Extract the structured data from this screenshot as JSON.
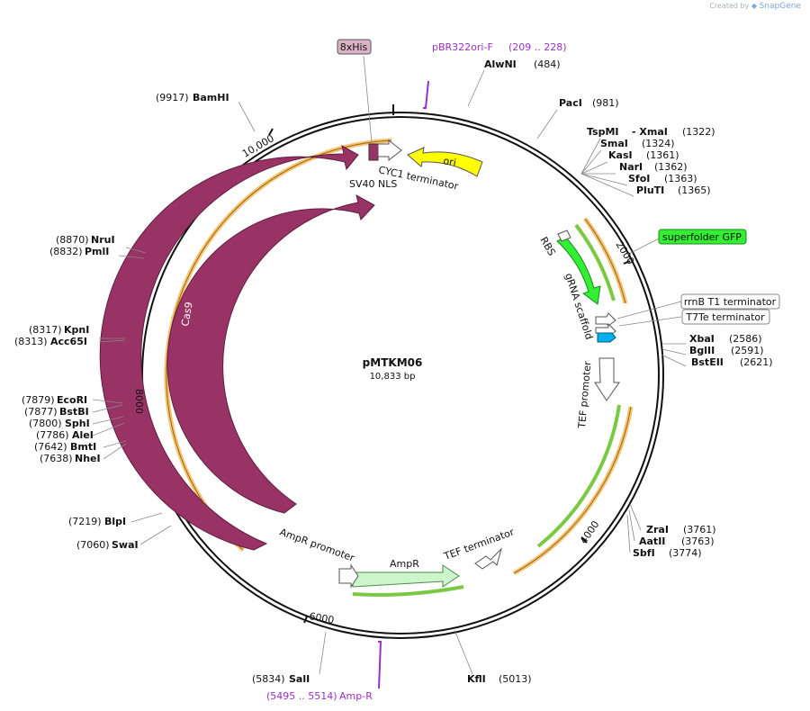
{
  "credit": {
    "prefix": "Created by",
    "brand": "SnapGene"
  },
  "plasmid": {
    "name": "pMTKM06",
    "length": "10,833 bp"
  },
  "ticks": [
    "2000",
    "4000",
    "6000",
    "8000",
    "10,000"
  ],
  "sites_right": [
    {
      "name": "AlwNI",
      "pos": "(484)"
    },
    {
      "name": "PacI",
      "pos": "(981)"
    },
    {
      "name": "TspMI",
      "extra": "- XmaI",
      "pos": "(1322)"
    },
    {
      "name": "SmaI",
      "pos": "(1324)"
    },
    {
      "name": "KasI",
      "pos": "(1361)"
    },
    {
      "name": "NarI",
      "pos": "(1362)"
    },
    {
      "name": "SfoI",
      "pos": "(1363)"
    },
    {
      "name": "PluTI",
      "pos": "(1365)"
    },
    {
      "name": "XbaI",
      "pos": "(2586)"
    },
    {
      "name": "BglII",
      "pos": "(2591)"
    },
    {
      "name": "BstEII",
      "pos": "(2621)"
    },
    {
      "name": "ZraI",
      "pos": "(3761)"
    },
    {
      "name": "AatII",
      "pos": "(3763)"
    },
    {
      "name": "SbfI",
      "pos": "(3774)"
    },
    {
      "name": "KflI",
      "pos": "(5013)"
    }
  ],
  "sites_left": [
    {
      "name": "BamHI",
      "pos": "(9917)"
    },
    {
      "name": "NruI",
      "pos": "(8870)"
    },
    {
      "name": "PmlI",
      "pos": "(8832)"
    },
    {
      "name": "KpnI",
      "pos": "(8317)"
    },
    {
      "name": "Acc65I",
      "pos": "(8313)"
    },
    {
      "name": "EcoRI",
      "pos": "(7879)"
    },
    {
      "name": "BstBI",
      "pos": "(7877)"
    },
    {
      "name": "SphI",
      "pos": "(7800)"
    },
    {
      "name": "AleI",
      "pos": "(7786)"
    },
    {
      "name": "BmtI",
      "pos": "(7642)"
    },
    {
      "name": "NheI",
      "pos": "(7638)"
    },
    {
      "name": "BlpI",
      "pos": "(7219)"
    },
    {
      "name": "SwaI",
      "pos": "(7060)"
    },
    {
      "name": "SalI",
      "pos": "(5834)"
    }
  ],
  "primers": [
    {
      "name": "pBR322ori-F",
      "range": "(209 .. 228)"
    },
    {
      "name": "Amp-R",
      "range": "(5495 .. 5514)"
    }
  ],
  "boxed_features": [
    {
      "label": "8xHis",
      "color": "#dcb3c6"
    },
    {
      "label": "superfolder GFP",
      "color": "#33ee33"
    },
    {
      "label": "rrnB T1 terminator",
      "color": "#ffffff"
    },
    {
      "label": "T7Te terminator",
      "color": "#ffffff"
    }
  ],
  "feature_labels": {
    "ori": "ori",
    "cyc1": "CYC1 terminator",
    "sv40": "SV40 NLS",
    "rbs": "RBS",
    "grna": "gRNA scaffold",
    "tef_promoter": "TEF promoter",
    "tef_terminator": "TEF terminator",
    "ampr": "AmpR",
    "ampr_promoter": "AmpR promoter",
    "cas9_outer": "Cas9",
    "cas9_inner": "Cas9"
  },
  "colors": {
    "cas9": "#993366",
    "ori": "#ffff00",
    "gfp": "#33ee33",
    "ampr": "#ccf5cc",
    "orange_track": "#f5c277",
    "green_track": "#7ac943",
    "primer": "#9b30c8",
    "teal": "#00b0f0"
  }
}
